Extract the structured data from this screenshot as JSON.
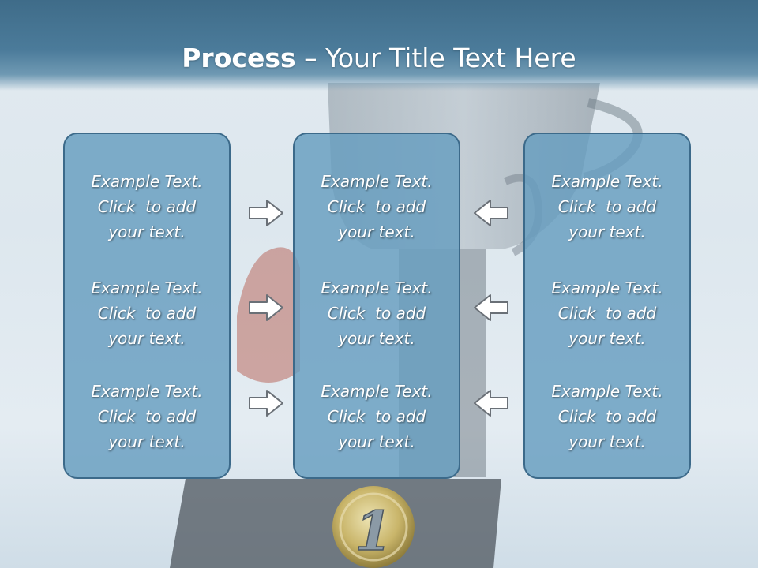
{
  "slide": {
    "title_bold": "Process",
    "title_rest": " – Your Title Text Here",
    "columns": [
      {
        "items": [
          "Example Text.\nClick  to add\nyour text.",
          "Example Text.\nClick  to add\nyour text.",
          "Example Text.\nClick  to add\nyour text."
        ]
      },
      {
        "items": [
          "Example Text.\nClick  to add\nyour text.",
          "Example Text.\nClick  to add\nyour text.",
          "Example Text.\nClick  to add\nyour text."
        ]
      },
      {
        "items": [
          "Example Text.\nClick  to add\nyour text.",
          "Example Text.\nClick  to add\nyour text.",
          "Example Text.\nClick  to add\nyour text."
        ]
      }
    ],
    "badge_number": "1"
  },
  "icons": {
    "left_column_arrows": "right-arrow-icon",
    "right_column_arrows": "left-arrow-icon"
  },
  "colors": {
    "header": "#4b7b9a",
    "box_fill": "#679dbf",
    "box_border": "#3c6a8a"
  }
}
